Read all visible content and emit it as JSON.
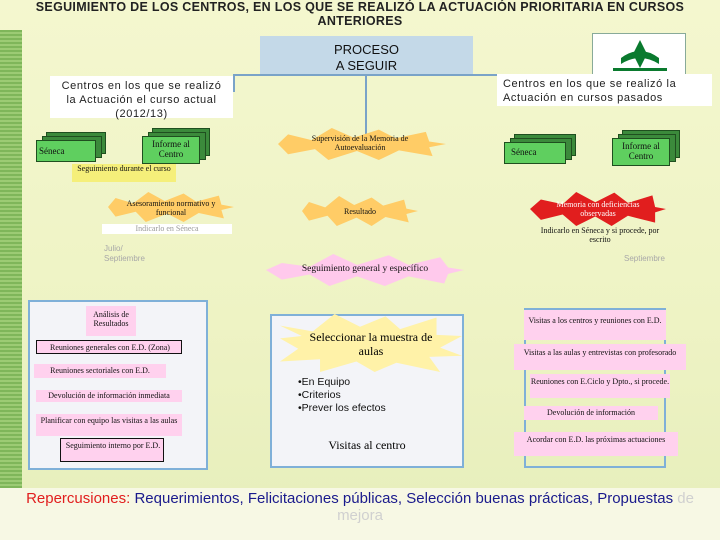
{
  "title": "SEGUIMIENTO DE LOS CENTROS, EN LOS QUE SE REALIZÓ LA ACTUACIÓN PRIORITARIA EN CURSOS ANTERIORES",
  "process_box": {
    "label": "PROCESO\nA SEGUIR"
  },
  "left_header": "Centros en los que se realizó la Actuación el curso actual (2012/13)",
  "right_header": "Centros en los que se realizó la Actuación en cursos pasados",
  "left_cards": {
    "back_label": "Séneca",
    "front_label": "Informe al Centro"
  },
  "supervision": "Supervisión de la Memoria de Autoevaluación",
  "right_cards": {
    "back_label": "Séneca",
    "front_label": "Informe al Centro"
  },
  "seguimiento_curso": "Seguimiento durante el curso",
  "asesoramiento": "Asesoramiento normativo y funcional",
  "resultado": "Resultado",
  "memoria": "Memoria con deficiencias observadas",
  "indicarlo_left": "Indicarlo en Séneca",
  "indicarlo_right": "Indicarlo en Séneca y si procede, por escrito",
  "julio": "Julio/\nSeptiembre",
  "septiembre": "Septiembre",
  "seguimiento_general": "Seguimiento general y específico",
  "left_panel": {
    "analisis": "Análisis de Resultados",
    "items": [
      "Reuniones generales con E.D. (Zona)",
      "Reuniones sectoriales con E.D.",
      "Devolución de información inmediata",
      "Planificar con equipo las visitas a las aulas",
      "Seguimiento interno por E.D."
    ]
  },
  "center": {
    "seleccionar": "Seleccionar la muestra de aulas",
    "bullets": [
      "•En Equipo",
      "•Criterios",
      "•Prever los efectos"
    ],
    "visitas": "Visitas al centro"
  },
  "right_panel": {
    "items": [
      "Visitas a los centros y reuniones con E.D.",
      "Visitas a las aulas y entrevistas con profesorado",
      "Reuniones con E.Ciclo y Dpto., si procede.",
      "Devolución de información",
      "Acordar con E.D. las próximas actuaciones"
    ]
  },
  "footer": {
    "label": "Repercusiones:",
    "text": " Requerimientos, Felicitaciones públicas, Selección buenas prácticas, Propuestas ",
    "tail": "de mejora"
  },
  "colors": {
    "accent_red": "#e11e1e",
    "footer_blue": "#1a1a8c",
    "tail_gray": "#d0d0d0"
  }
}
